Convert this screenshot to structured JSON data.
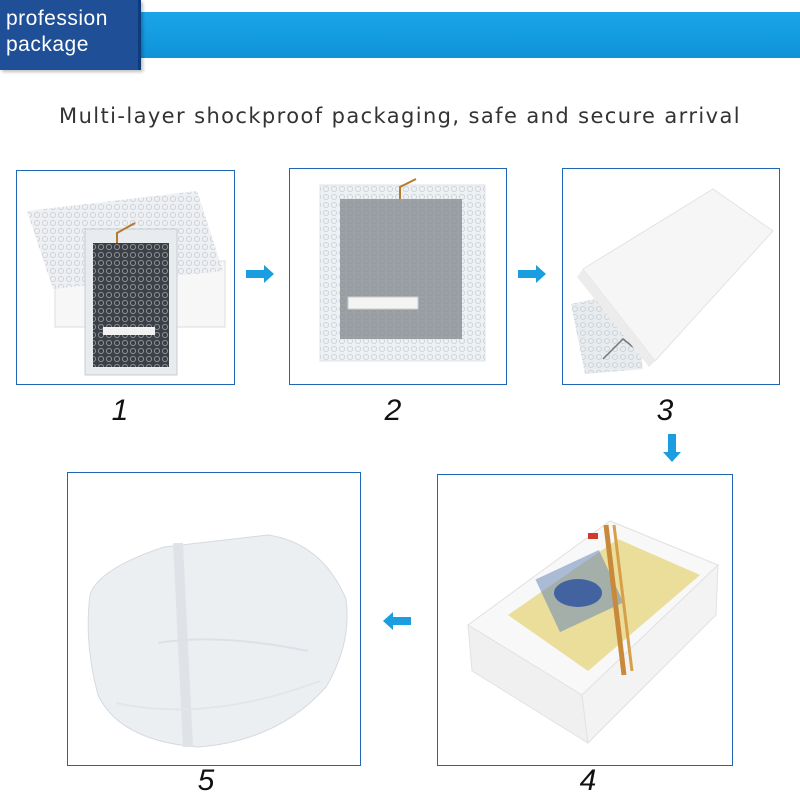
{
  "header": {
    "tab_line1": "profession",
    "tab_line2": "package",
    "banner_color": "#1aa6e8",
    "tab_color": "#1e4f97"
  },
  "subtitle": "Multi-layer shockproof packaging, safe and secure arrival",
  "steps": [
    {
      "label": "1",
      "content": "bubble-wrapped touch panel on foam box"
    },
    {
      "label": "2",
      "content": "touch panel in bubble bag"
    },
    {
      "label": "3",
      "content": "white box with bubble bag inserted"
    },
    {
      "label": "4",
      "content": "taped box with tools"
    },
    {
      "label": "5",
      "content": "sealed white mailing bag"
    }
  ],
  "arrow_color": "#1a9ee0",
  "frame_border_color": "#1f67b4"
}
